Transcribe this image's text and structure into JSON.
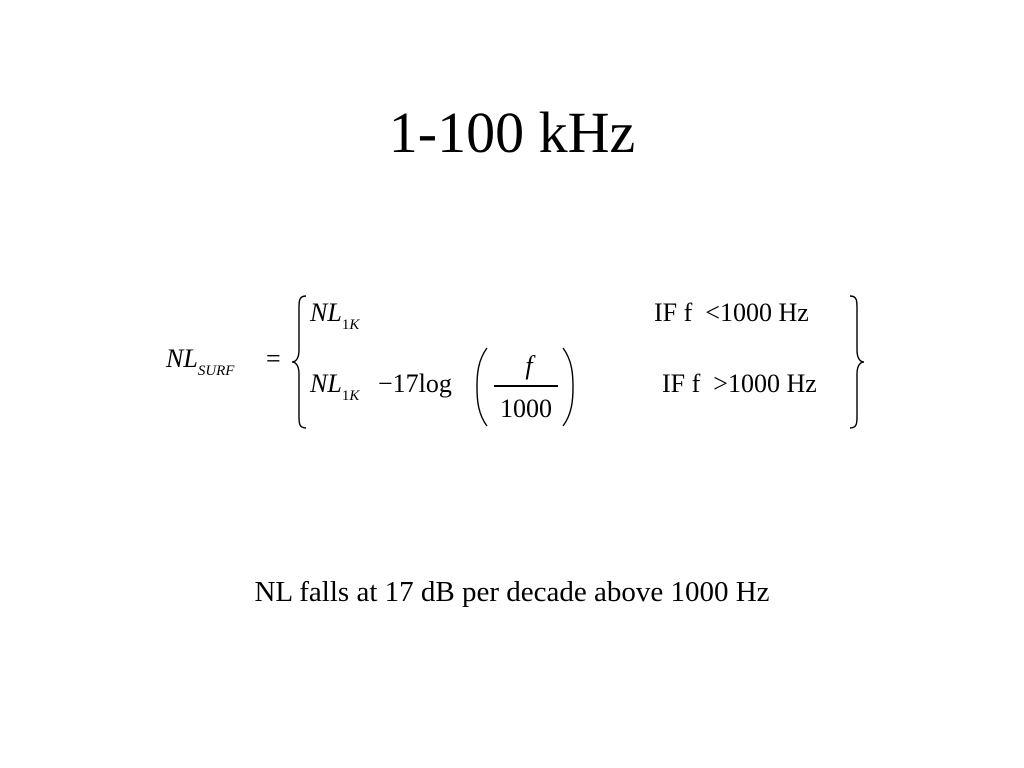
{
  "slide": {
    "title": "1-100 kHz",
    "equation": {
      "lhs": {
        "symbol": "NL",
        "subscript": "SURF",
        "equals": "="
      },
      "case1": {
        "term": {
          "symbol": "NL",
          "sub_digit": "1",
          "sub_letter": "K"
        },
        "condition": {
          "keyword": "IF",
          "var": "f",
          "op": "<",
          "value": "1000",
          "unit": "Hz"
        }
      },
      "case2": {
        "term": {
          "symbol": "NL",
          "sub_digit": "1",
          "sub_letter": "K"
        },
        "minus": "−",
        "coefficient": "17",
        "func": "log",
        "numerator": "f",
        "denominator": "1000",
        "condition": {
          "keyword": "IF",
          "var": "f",
          "op": ">",
          "value": "1000",
          "unit": "Hz"
        }
      }
    },
    "caption": "NL falls at 17 dB per decade above 1000 Hz"
  }
}
